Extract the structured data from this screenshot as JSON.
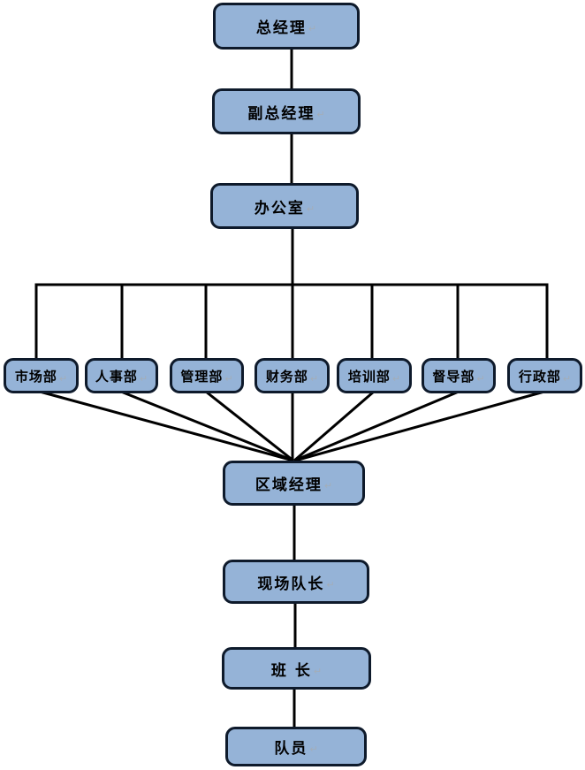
{
  "colors": {
    "box_fill": "#95B3D7",
    "box_border": "#0E1A2B",
    "connector": "#000000",
    "background": "#FFFFFF",
    "text": "#000000",
    "paragraph_mark": "#A3ADB8"
  },
  "marks": {
    "paragraph": "↵"
  },
  "nodes": {
    "general_manager": {
      "label": "总经理"
    },
    "deputy_general_manager": {
      "label": "副总经理"
    },
    "office": {
      "label": "办公室"
    },
    "marketing_dept": {
      "label": "市场部"
    },
    "hr_dept": {
      "label": "人事部"
    },
    "management_dept": {
      "label": "管理部"
    },
    "finance_dept": {
      "label": "财务部"
    },
    "training_dept": {
      "label": "培训部"
    },
    "supervision_dept": {
      "label": "督导部"
    },
    "admin_dept": {
      "label": "行政部"
    },
    "regional_manager": {
      "label": "区域经理"
    },
    "site_captain": {
      "label": "现场队长"
    },
    "squad_leader": {
      "label": "班 长"
    },
    "team_member": {
      "label": "队员"
    }
  },
  "edges": [
    {
      "from": "general_manager",
      "to": "deputy_general_manager"
    },
    {
      "from": "deputy_general_manager",
      "to": "office"
    },
    {
      "from": "office",
      "to": "marketing_dept"
    },
    {
      "from": "office",
      "to": "hr_dept"
    },
    {
      "from": "office",
      "to": "management_dept"
    },
    {
      "from": "office",
      "to": "finance_dept"
    },
    {
      "from": "office",
      "to": "training_dept"
    },
    {
      "from": "office",
      "to": "supervision_dept"
    },
    {
      "from": "office",
      "to": "admin_dept"
    },
    {
      "from": "marketing_dept",
      "to": "regional_manager"
    },
    {
      "from": "hr_dept",
      "to": "regional_manager"
    },
    {
      "from": "management_dept",
      "to": "regional_manager"
    },
    {
      "from": "finance_dept",
      "to": "regional_manager"
    },
    {
      "from": "training_dept",
      "to": "regional_manager"
    },
    {
      "from": "supervision_dept",
      "to": "regional_manager"
    },
    {
      "from": "admin_dept",
      "to": "regional_manager"
    },
    {
      "from": "regional_manager",
      "to": "site_captain"
    },
    {
      "from": "site_captain",
      "to": "squad_leader"
    },
    {
      "from": "squad_leader",
      "to": "team_member"
    }
  ]
}
